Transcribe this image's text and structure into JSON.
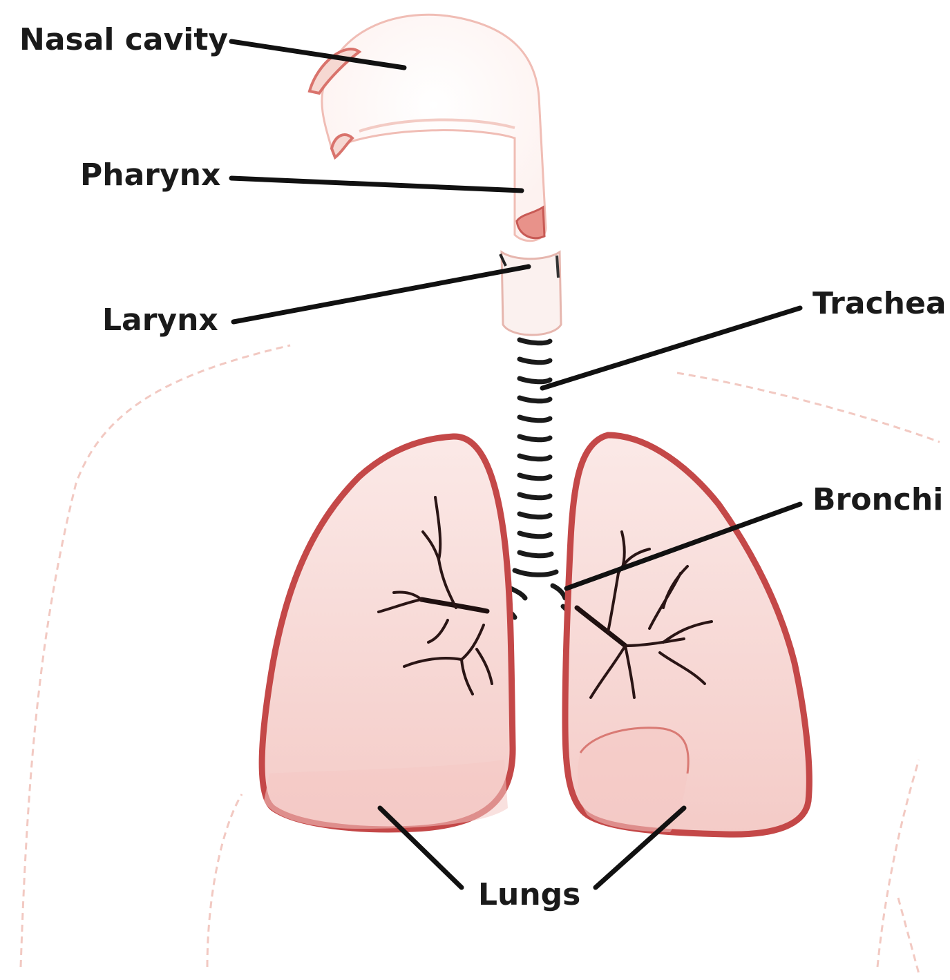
{
  "labels": {
    "nasal_cavity": "Nasal cavity",
    "pharynx": "Pharynx",
    "larynx": "Larynx",
    "trachea": "Trachea",
    "bronchi": "Bronchi",
    "lungs": "Lungs"
  },
  "colors": {
    "lung_outline": "#c44848",
    "lung_fill": "#f7d6d3",
    "leader_line": "#111111",
    "label_text": "#1a1a1a",
    "body_outline": "#f2c9c2"
  }
}
